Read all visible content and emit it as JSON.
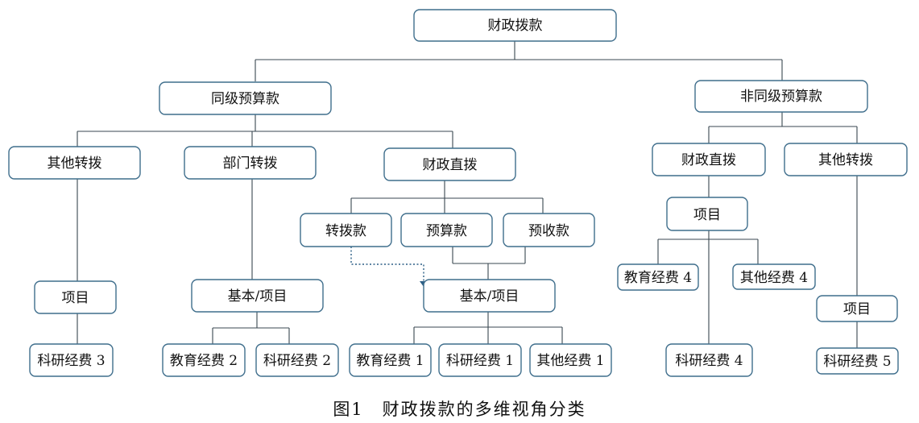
{
  "nodes": {
    "root": "财政拨款",
    "same_level": "同级预算款",
    "non_same_level": "非同级预算款",
    "other_transfer_a": "其他转拨",
    "dept_transfer": "部门转拨",
    "fiscal_direct_a": "财政直拨",
    "fiscal_direct_b": "财政直拨",
    "other_transfer_b": "其他转拨",
    "transfer_fund": "转拨款",
    "budget_fund": "预算款",
    "prepaid_fund": "预收款",
    "project_a": "项目",
    "basic_project_a": "基本/项目",
    "basic_project_b": "基本/项目",
    "project_b": "项目",
    "project_c": "项目",
    "research_3": "科研经费 3",
    "education_2": "教育经费 2",
    "research_2": "科研经费 2",
    "education_1": "教育经费 1",
    "research_1": "科研经费 1",
    "other_1": "其他经费 1",
    "education_4": "教育经费 4",
    "other_4": "其他经费 4",
    "research_4": "科研经费 4",
    "research_5": "科研经费 5"
  },
  "caption": "图1　财政拨款的多维视角分类"
}
